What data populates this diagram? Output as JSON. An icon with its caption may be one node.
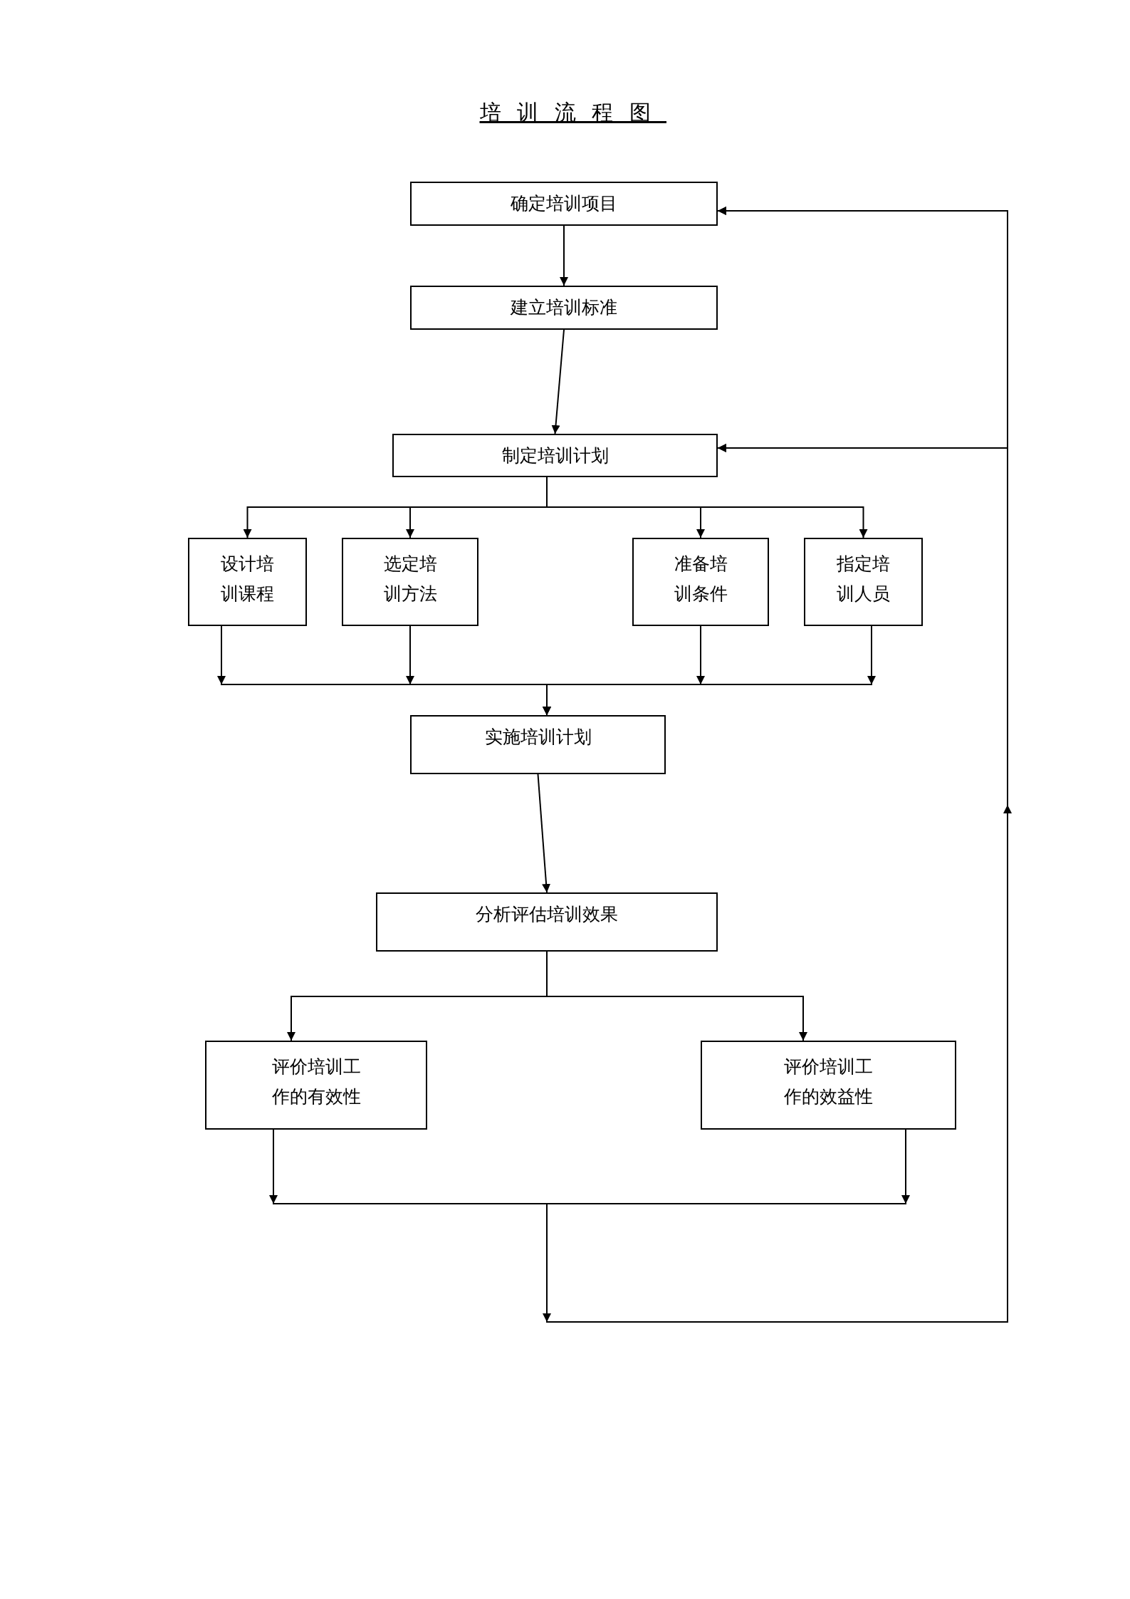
{
  "diagram": {
    "title": "培训流程图",
    "nodes": [
      {
        "text": [
          "确定培训项目"
        ]
      },
      {
        "text": [
          "建立培训标准"
        ]
      },
      {
        "text": [
          "制定培训计划"
        ]
      },
      {
        "text": [
          "设计培训课程"
        ]
      },
      {
        "text": [
          "选定培训方法"
        ]
      },
      {
        "text": [
          "准备培训条件"
        ]
      },
      {
        "text": [
          "指定培训人员"
        ]
      },
      {
        "text": [
          "实施培训计划"
        ]
      },
      {
        "text": [
          "分析评估培训效果"
        ]
      },
      {
        "text": [
          "评价培训工作的有效性"
        ]
      },
      {
        "text": [
          "评价培训工作的效益性"
        ]
      }
    ],
    "edges": [
      {
        "from": 0,
        "to": 1,
        "arrow": "to"
      },
      {
        "from": 1,
        "to": 2,
        "arrow": "to"
      },
      {
        "from": 2,
        "to": 3,
        "arrow": "to"
      },
      {
        "from": 2,
        "to": 4,
        "arrow": "to"
      },
      {
        "from": 2,
        "to": 5,
        "arrow": "to"
      },
      {
        "from": 2,
        "to": 6,
        "arrow": "to"
      },
      {
        "from": 3,
        "to": 7,
        "arrow": "to"
      },
      {
        "from": 4,
        "to": 7,
        "arrow": "to"
      },
      {
        "from": 5,
        "to": 7,
        "arrow": "to"
      },
      {
        "from": 6,
        "to": 7,
        "arrow": "to"
      },
      {
        "from": 7,
        "to": 8,
        "arrow": "to"
      },
      {
        "from": 8,
        "to": 9,
        "arrow": "to"
      },
      {
        "from": 8,
        "to": 10,
        "arrow": "to"
      },
      {
        "from": 9,
        "to": 0,
        "arrow": "to"
      },
      {
        "from": 9,
        "to": 2,
        "arrow": "to"
      },
      {
        "from": 10,
        "to": 0,
        "arrow": "to"
      },
      {
        "from": 10,
        "to": 2,
        "arrow": "to"
      }
    ]
  }
}
